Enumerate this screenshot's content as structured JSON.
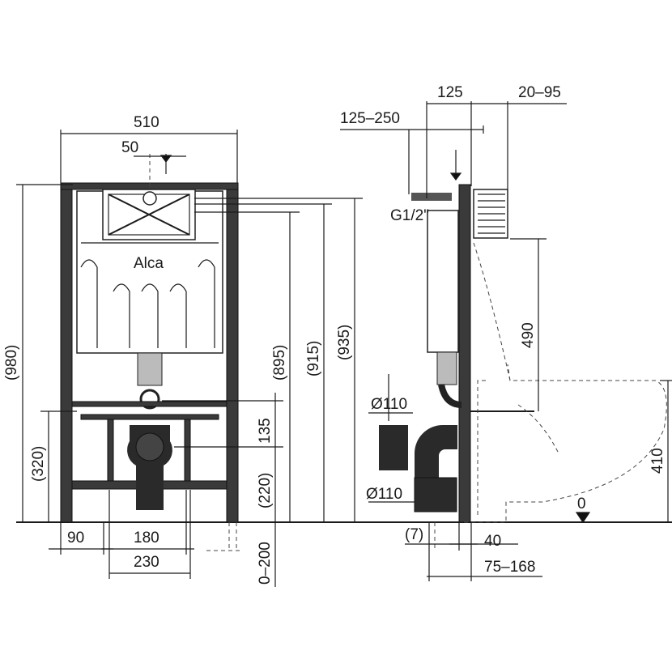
{
  "logo": "Alca",
  "front": {
    "width_total": "510",
    "offset_top": "50",
    "height_980": "(980)",
    "height_895": "(895)",
    "height_915": "(915)",
    "height_935": "(935)",
    "height_320": "(320)",
    "dim_135": "135",
    "height_220": "(220)",
    "range_0_200": "0–200",
    "dim_90": "90",
    "dim_180": "180",
    "dim_230": "230"
  },
  "side": {
    "dim_125": "125",
    "range_20_95": "20–95",
    "range_125_250": "125–250",
    "thread": "G1/2\"",
    "dim_490": "490",
    "diam_upper": "Ø110",
    "diam_lower": "Ø110",
    "dim_410": "410",
    "floor_zero": "0",
    "gap_7": "(7)",
    "dim_40": "40",
    "range_75_168": "75–168"
  }
}
